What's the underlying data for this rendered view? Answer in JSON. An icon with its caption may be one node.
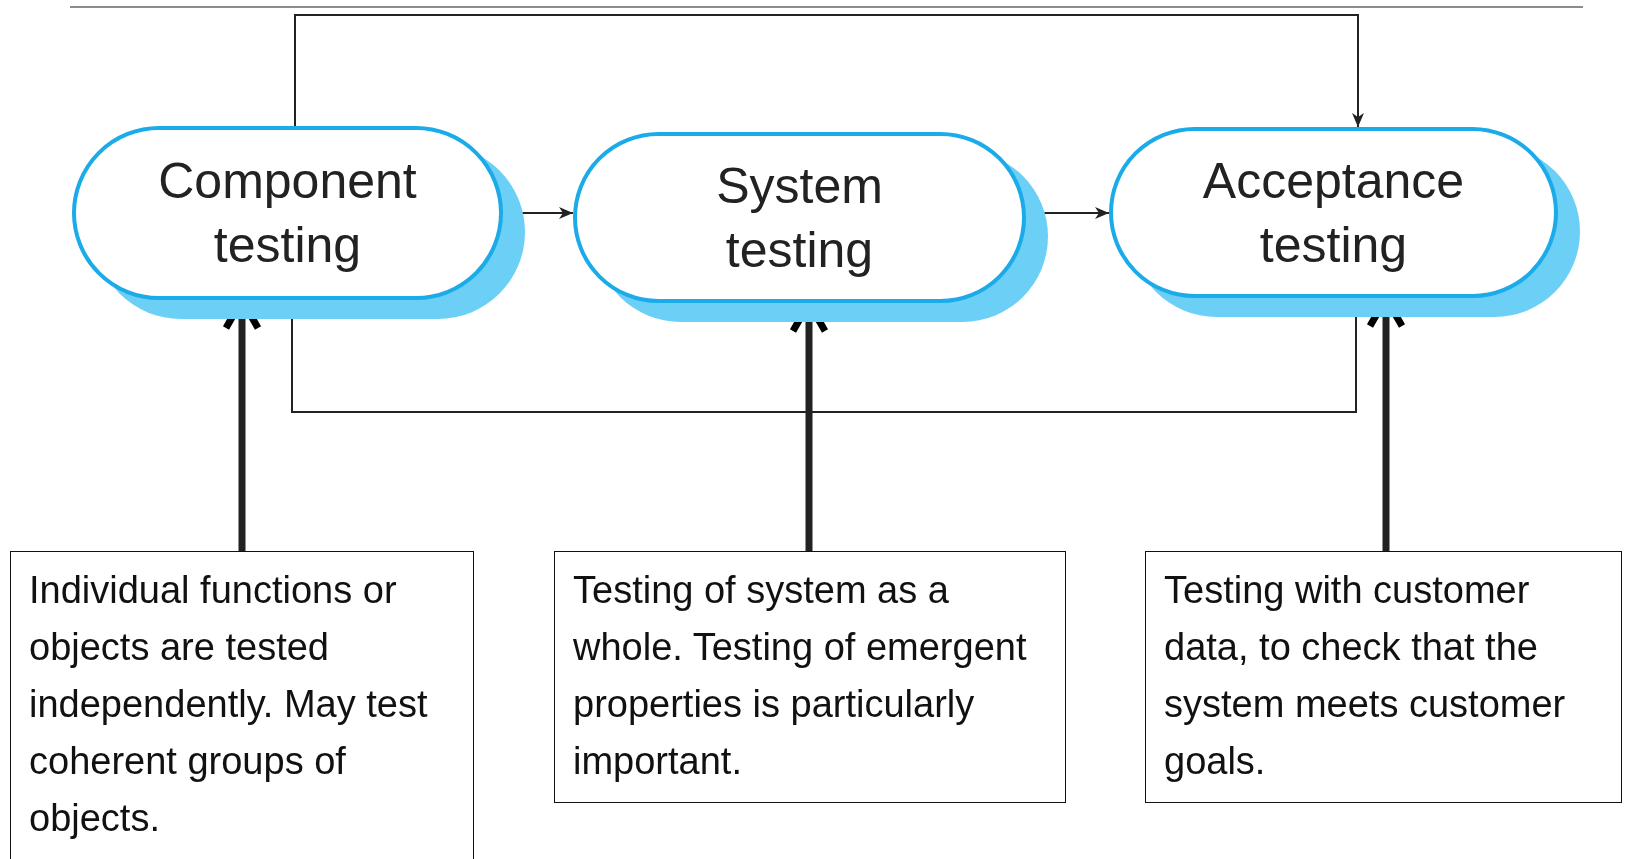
{
  "diagram": {
    "nodes": [
      {
        "text": [
          "Component testing"
        ]
      },
      {
        "text": [
          "System testing"
        ]
      },
      {
        "text": [
          "Acceptance testing"
        ]
      },
      {
        "text": [
          "Individual functions or objects are tested independently. May test coherent groups of objects."
        ]
      },
      {
        "text": [
          "Testing of system as a whole. Testing of emergent properties is particularly important."
        ]
      },
      {
        "text": [
          "Testing with customer data, to check that the system meets customer goals."
        ]
      }
    ],
    "edges": [
      {
        "from": 0,
        "to": 1,
        "arrow": "to"
      },
      {
        "from": 1,
        "to": 2,
        "arrow": "to"
      },
      {
        "from": 0,
        "to": 2,
        "arrow": "to"
      },
      {
        "from": 2,
        "to": 0,
        "arrow": "to"
      },
      {
        "from": 3,
        "to": 0,
        "arrow": "to",
        "style": "thick"
      },
      {
        "from": 4,
        "to": 1,
        "arrow": "to",
        "style": "thick"
      },
      {
        "from": 5,
        "to": 2,
        "arrow": "to",
        "style": "thick"
      }
    ]
  }
}
